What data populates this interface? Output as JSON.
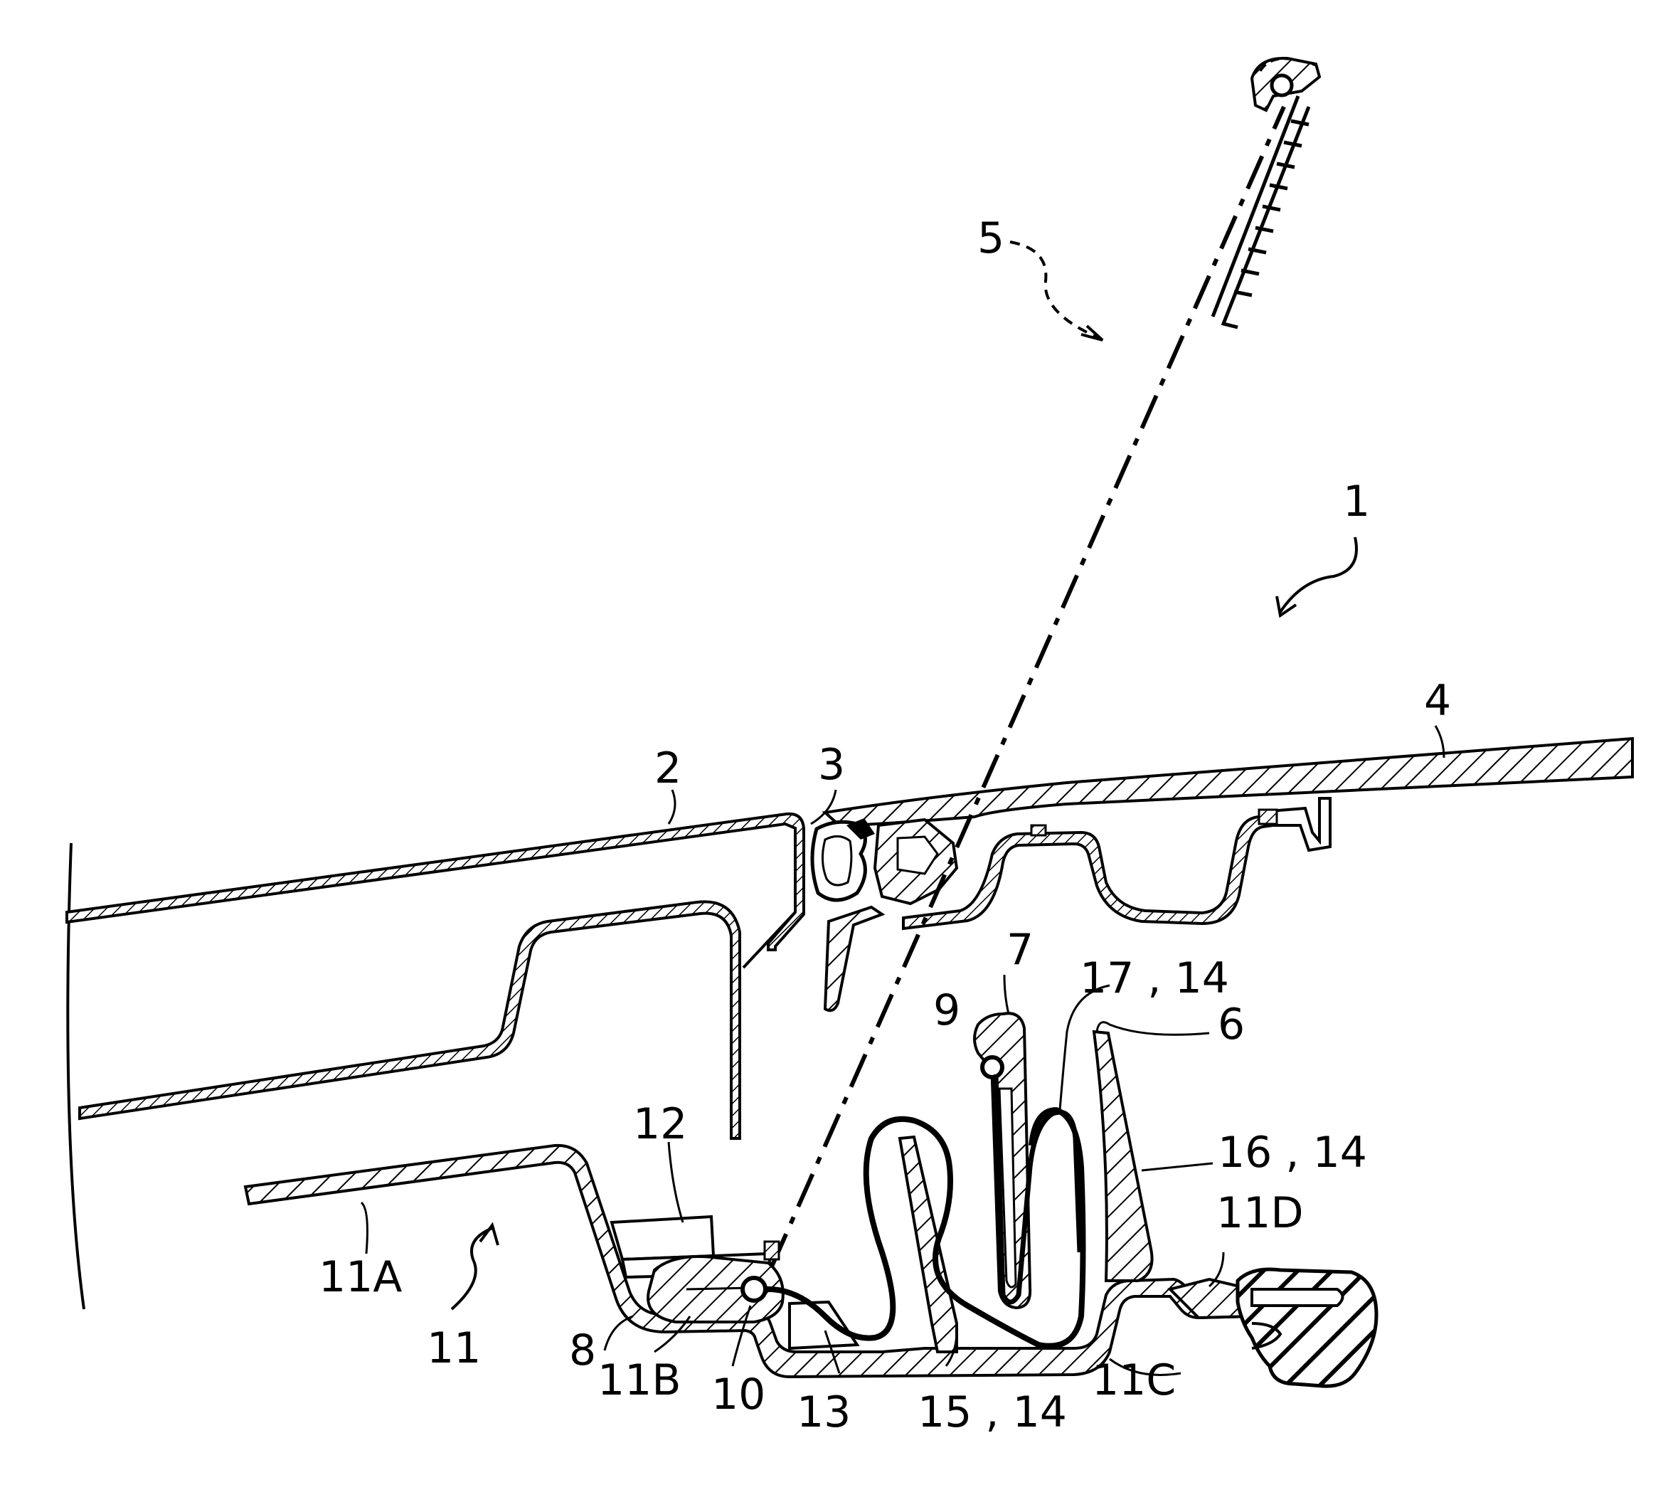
{
  "labels": {
    "l1": "1",
    "l2": "2",
    "l3": "3",
    "l4": "4",
    "l5": "5",
    "l6": "6",
    "l7": "7",
    "l8": "8",
    "l9": "9",
    "l10": "10",
    "l11": "11",
    "l11a": "11A",
    "l11b": "11B",
    "l11c": "11C",
    "l11d": "11D",
    "l12": "12",
    "l13": "13",
    "l15_14": "15 , 14",
    "l16_14": "16 , 14",
    "l17_14": "17 , 14"
  }
}
